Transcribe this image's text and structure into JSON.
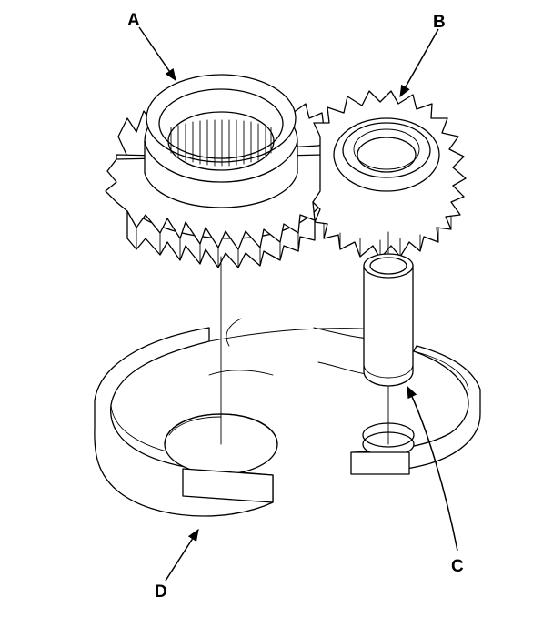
{
  "figure": {
    "callouts": [
      {
        "id": "A",
        "label": "A"
      },
      {
        "id": "B",
        "label": "B"
      },
      {
        "id": "C",
        "label": "C"
      },
      {
        "id": "D",
        "label": "D"
      }
    ]
  }
}
